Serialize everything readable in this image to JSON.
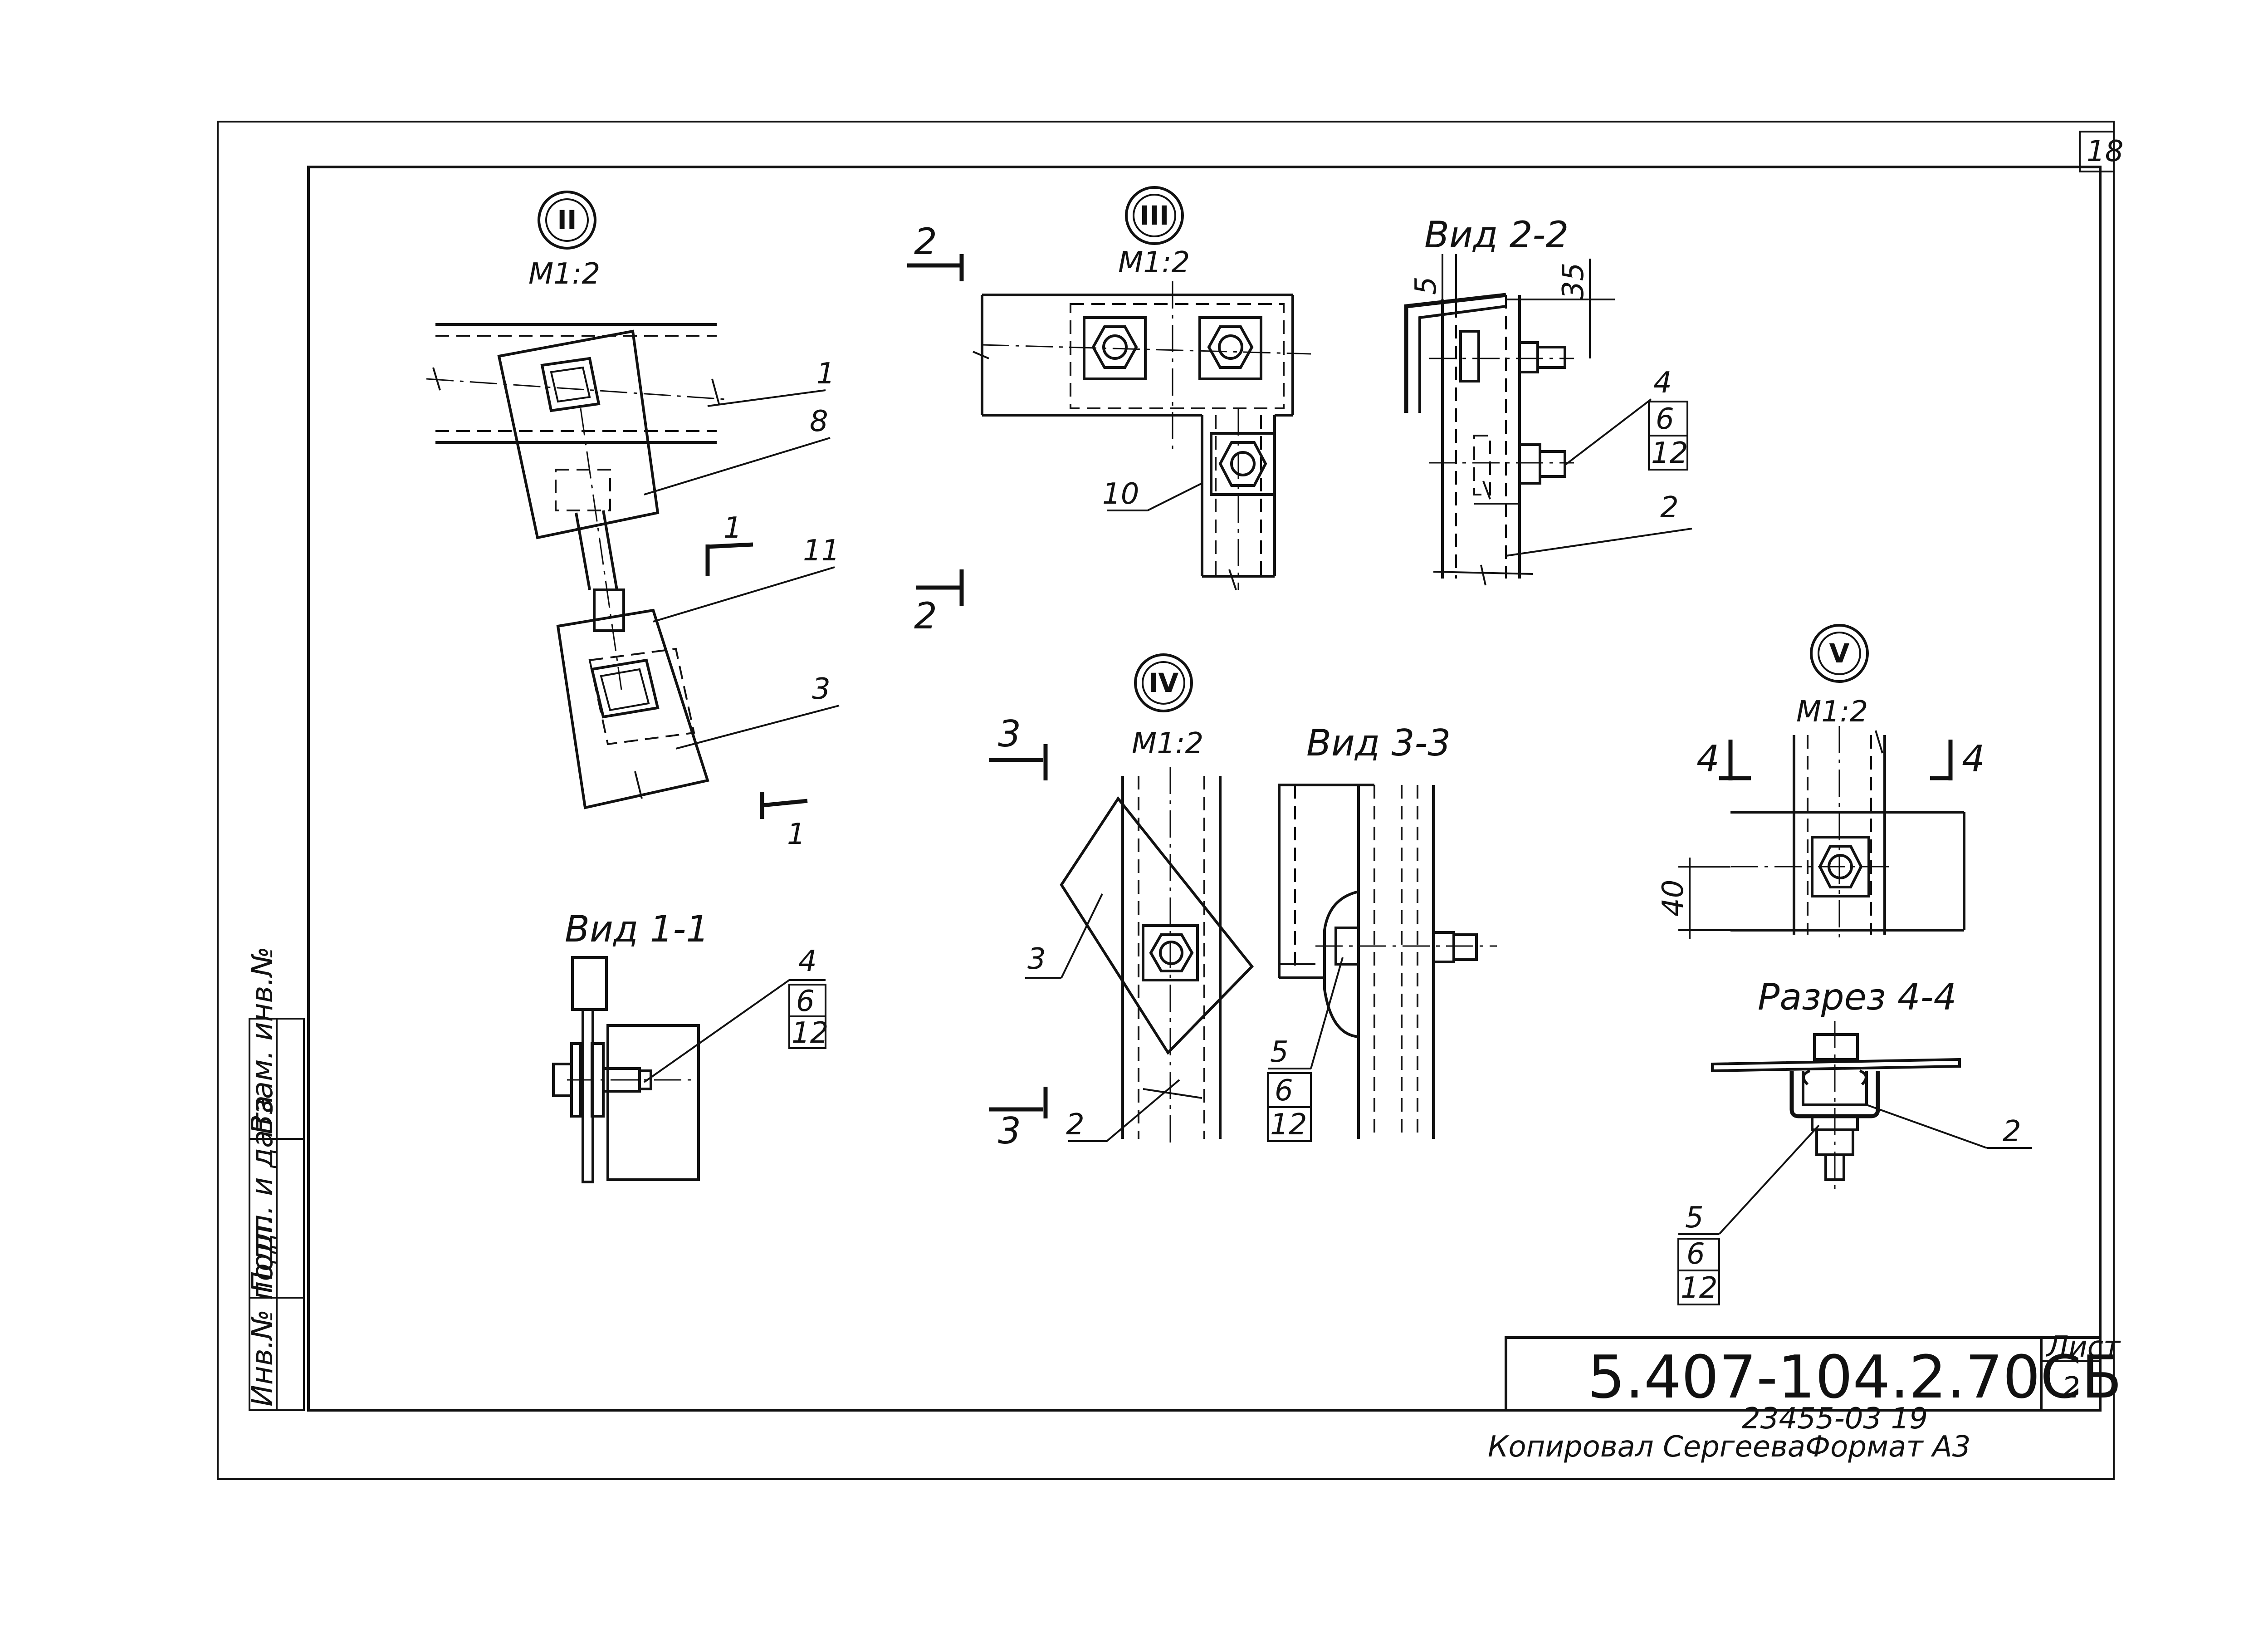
{
  "sheet_number": "18",
  "doc_code": "5.407-104.2.70СБ",
  "list_label": "Лист",
  "list_value": "2",
  "copy_note": "Копировал Сергеева",
  "format_note": "Формат А3",
  "inv_number": "23455-03 19",
  "side_stamp": {
    "inv_podl": "Инв.№ подл.",
    "podp_data": "Подп. и дата",
    "vzam_inv": "Взам. инв.№"
  },
  "nodes": {
    "II": {
      "numeral": "II",
      "scale": "M1:2"
    },
    "III": {
      "numeral": "III",
      "scale": "M1:2"
    },
    "IV": {
      "numeral": "IV",
      "scale": "M1:2"
    },
    "V": {
      "numeral": "V",
      "scale": "M1:2"
    }
  },
  "views": {
    "v11": "Вид 1-1",
    "v22": "Вид 2-2",
    "v33": "Вид 3-3",
    "r44": "Разрез 4-4"
  },
  "section_marks": {
    "s1": "1",
    "s2": "2",
    "s3": "3",
    "s4": "4"
  },
  "dims": {
    "d5": "5",
    "d35": "35",
    "d40": "40"
  },
  "callouts": {
    "c1": "1",
    "c2": "2",
    "c3": "3",
    "c4": "4",
    "c5": "5",
    "c6": "6",
    "c8": "8",
    "c10": "10",
    "c11": "11",
    "c12": "12"
  }
}
